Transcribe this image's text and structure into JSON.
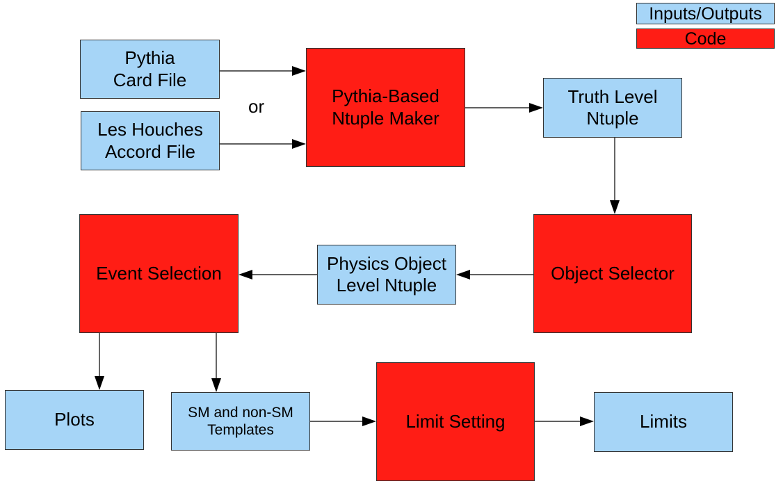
{
  "legend": {
    "io_label": "Inputs/Outputs",
    "code_label": "Code"
  },
  "nodes": {
    "pythia_card": "Pythia\nCard File",
    "les_houches": "Les Houches\nAccord File",
    "or_text": "or",
    "ntuple_maker": "Pythia-Based\nNtuple Maker",
    "truth_ntuple": "Truth Level\nNtuple",
    "object_selector": "Object Selector",
    "physics_ntuple": "Physics Object\nLevel Ntuple",
    "event_selection": "Event Selection",
    "plots": "Plots",
    "templates": "SM and non-SM\nTemplates",
    "limit_setting": "Limit Setting",
    "limits": "Limits"
  },
  "colors": {
    "io": "#a6d5f7",
    "code": "#ff1d15"
  }
}
